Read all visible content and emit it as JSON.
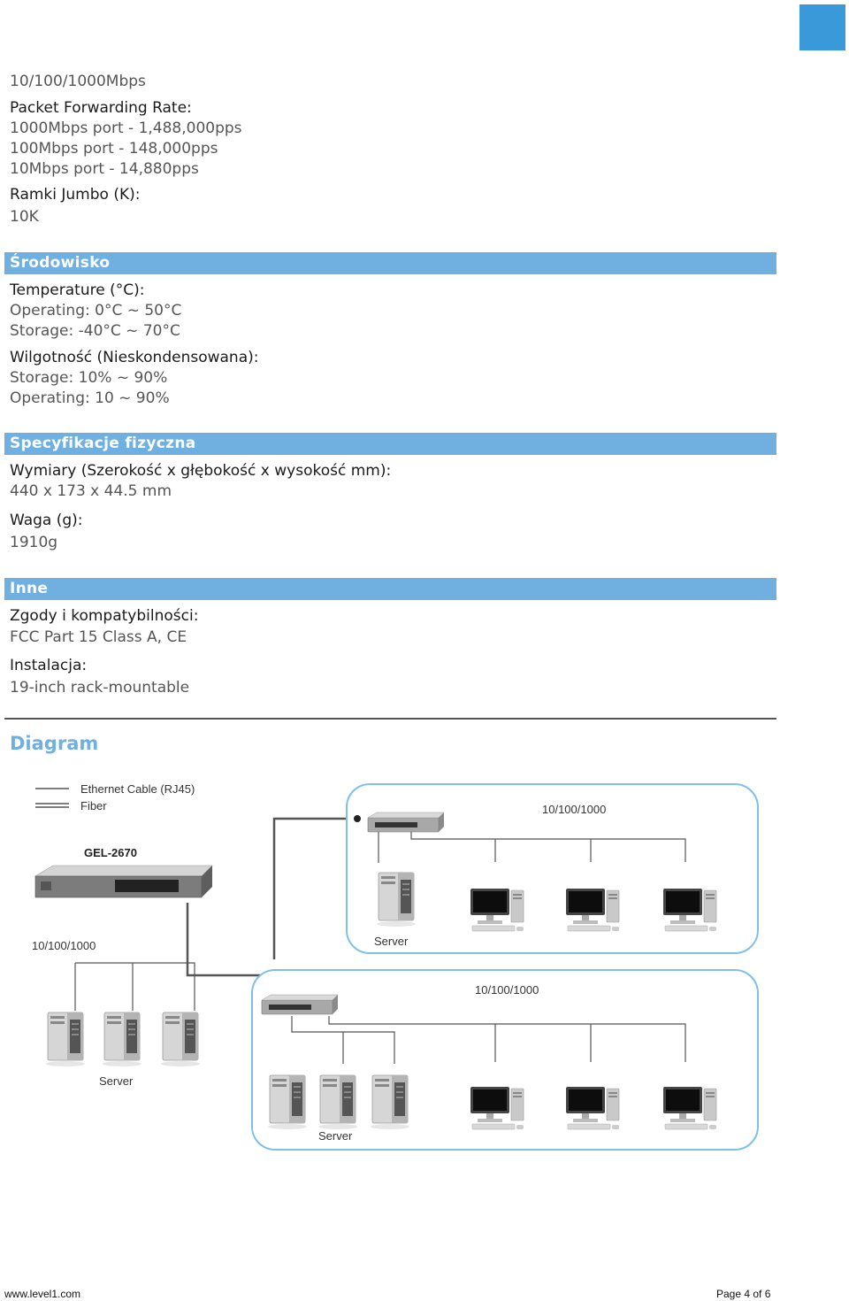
{
  "top_values": {
    "speed": "10/100/1000Mbps",
    "pfr_label": "Packet Forwarding Rate:",
    "pfr_1000": "1000Mbps port - 1,488,000pps",
    "pfr_100": "100Mbps port - 148,000pps",
    "pfr_10": "10Mbps port - 14,880pps",
    "jumbo_label": "Ramki Jumbo (K):",
    "jumbo_value": "10K"
  },
  "sections": {
    "env_title": "Środowisko",
    "temp_label": "Temperature (°C):",
    "temp_operating": "Operating: 0°C ~ 50°C",
    "temp_storage": "Storage: -40°C ~ 70°C",
    "humidity_label": "Wilgotność (Nieskondensowana):",
    "humidity_storage": "Storage: 10% ~ 90%",
    "humidity_operating": "Operating: 10 ~ 90%",
    "phys_title": "Specyfikacje fizyczna",
    "dims_label": "Wymiary (Szerokość x głębokość x wysokość mm):",
    "dims_value": "440 x 173 x 44.5 mm",
    "weight_label": "Waga (g):",
    "weight_value": "1910g",
    "other_title": "Inne",
    "compliance_label": "Zgody i kompatybilności:",
    "compliance_value": "FCC Part 15 Class A, CE",
    "install_label": "Instalacja:",
    "install_value": "19-inch rack-mountable"
  },
  "diagram": {
    "title": "Diagram",
    "legend_ethernet": "Ethernet Cable (RJ45)",
    "legend_fiber": "Fiber",
    "main_switch": "GEL-2670",
    "left_speed": "10/100/1000",
    "top_group_speed": "10/100/1000",
    "bottom_group_speed": "10/100/1000",
    "server_label_top": "Server",
    "server_label_left": "Server",
    "server_label_bottom": "Server"
  },
  "footer": {
    "site": "www.level1.com",
    "page": "Page 4 of 6"
  },
  "colors": {
    "section_bar": "#6fb0e0",
    "corner_accent": "#3a9ad9",
    "group_border": "#7fc0e8"
  }
}
